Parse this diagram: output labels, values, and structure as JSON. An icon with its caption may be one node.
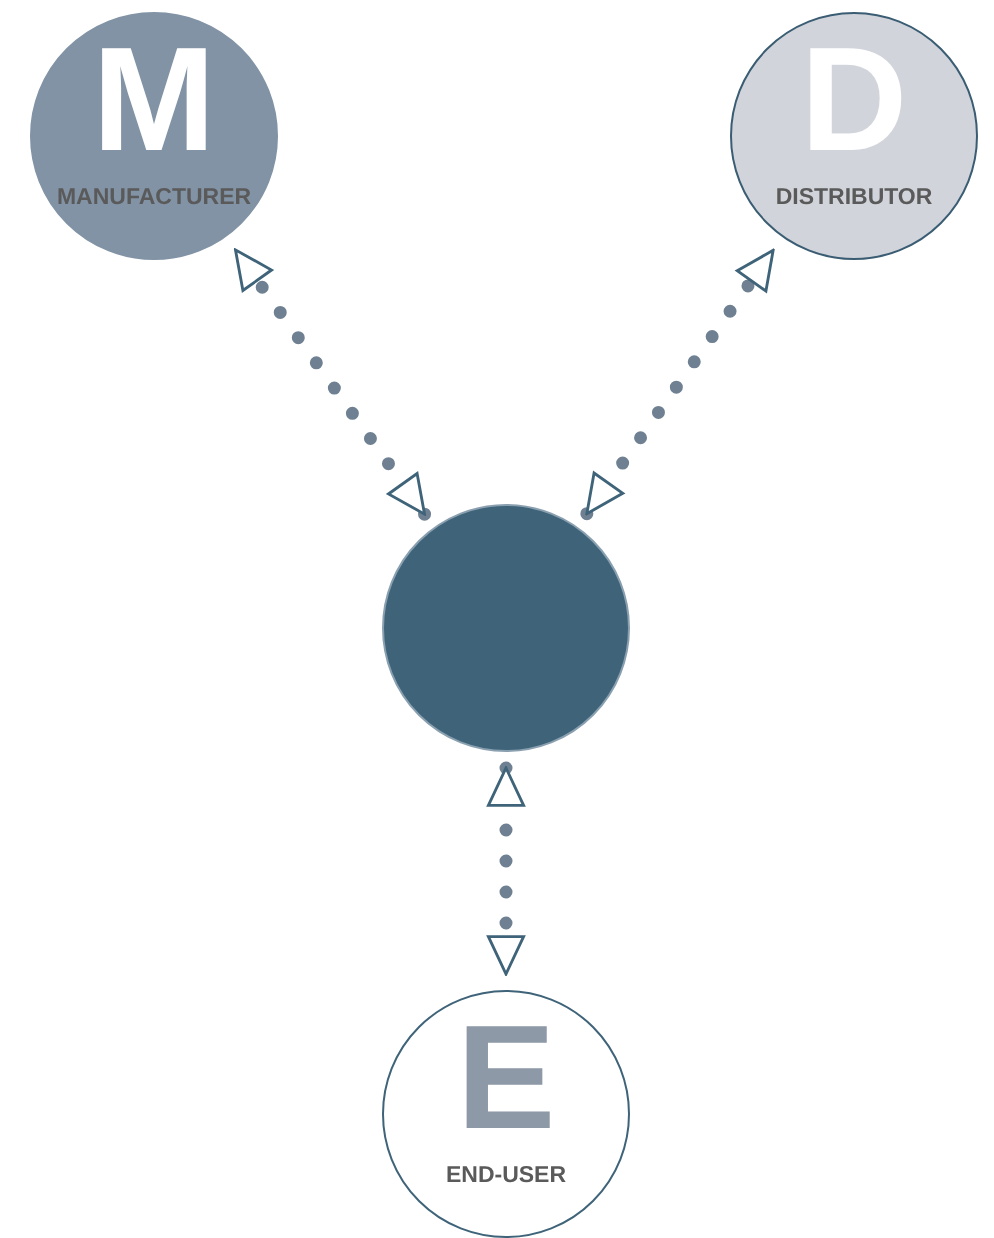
{
  "diagram": {
    "nodes": [
      {
        "text": [
          "M",
          "MANUFACTURER"
        ]
      },
      {
        "text": [
          "D",
          "DISTRIBUTOR"
        ]
      },
      {
        "text": [],
        "shape": "circle"
      },
      {
        "text": [
          "E",
          "END-USER"
        ]
      }
    ],
    "edges": [
      {
        "from": 2,
        "to": 0,
        "arrow": "both",
        "style": "dashed"
      },
      {
        "from": 2,
        "to": 1,
        "arrow": "both",
        "style": "dashed"
      },
      {
        "from": 2,
        "to": 3,
        "arrow": "both",
        "style": "dashed"
      }
    ]
  }
}
